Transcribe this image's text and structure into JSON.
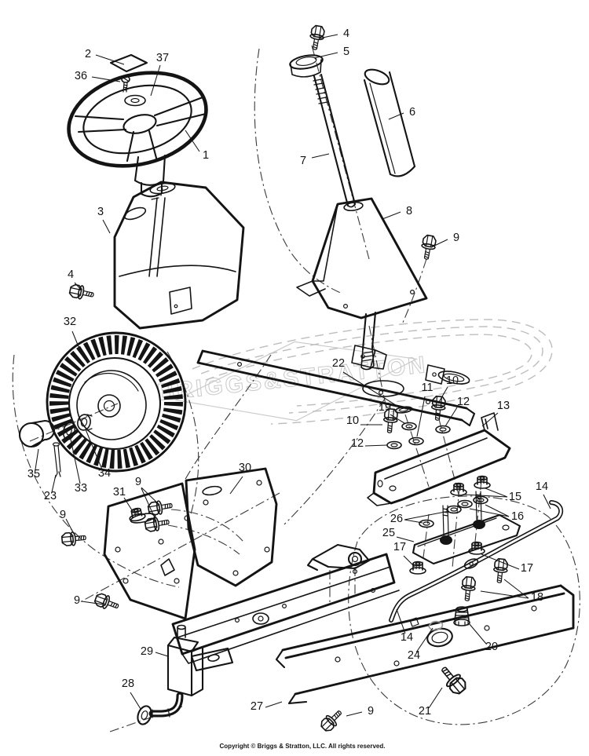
{
  "page": {
    "watermark_text": "BRIGGS&STRATTON",
    "watermark_reg": "®",
    "copyright": "Copyright © Briggs & Stratton, LLC. All rights reserved."
  },
  "callouts": [
    {
      "label": "2"
    },
    {
      "label": "36"
    },
    {
      "label": "37"
    },
    {
      "label": "1"
    },
    {
      "label": "4"
    },
    {
      "label": "5"
    },
    {
      "label": "6"
    },
    {
      "label": "7"
    },
    {
      "label": "8"
    },
    {
      "label": "9"
    },
    {
      "label": "3"
    },
    {
      "label": "4"
    },
    {
      "label": "32"
    },
    {
      "label": "22"
    },
    {
      "label": "10"
    },
    {
      "label": "11"
    },
    {
      "label": "12"
    },
    {
      "label": "13"
    },
    {
      "label": "19"
    },
    {
      "label": "10"
    },
    {
      "label": "12"
    },
    {
      "label": "30"
    },
    {
      "label": "35"
    },
    {
      "label": "34"
    },
    {
      "label": "9"
    },
    {
      "label": "33"
    },
    {
      "label": "31"
    },
    {
      "label": "23"
    },
    {
      "label": "9"
    },
    {
      "label": "14"
    },
    {
      "label": "15"
    },
    {
      "label": "16"
    },
    {
      "label": "26"
    },
    {
      "label": "25"
    },
    {
      "label": "17"
    },
    {
      "label": "17"
    },
    {
      "label": "9"
    },
    {
      "label": "18"
    },
    {
      "label": "14"
    },
    {
      "label": "24"
    },
    {
      "label": "20"
    },
    {
      "label": "29"
    },
    {
      "label": "28"
    },
    {
      "label": "27"
    },
    {
      "label": "9"
    },
    {
      "label": "21"
    }
  ]
}
